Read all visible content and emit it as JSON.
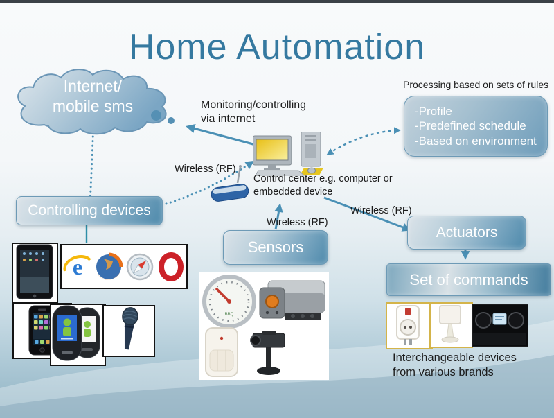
{
  "slide": {
    "title": "Home Automation"
  },
  "cloud": {
    "line1": "Internet/",
    "line2": "mobile sms"
  },
  "rules_box": {
    "caption": "Processing based on sets of rules",
    "lines": [
      "-Profile",
      "-Predefined schedule",
      "-Based on environment"
    ]
  },
  "labels": {
    "monitoring_line1": "Monitoring/controlling",
    "monitoring_line2": "via internet",
    "wireless_left": "Wireless (RF)",
    "wireless_center": "Wireless (RF)",
    "wireless_right": "Wireless (RF)",
    "control_center_line1": "Control center e.g. computer or",
    "control_center_line2": "embedded device",
    "interchangeable_line1": "Interchangeable devices",
    "interchangeable_line2": "from various brands"
  },
  "nodes": {
    "controlling_devices": "Controlling devices",
    "sensors": "Sensors",
    "actuators": "Actuators",
    "set_of_commands": "Set of commands"
  },
  "images": {
    "controlling_devices": [
      "ipad",
      "web-browsers: internet-explorer, firefox, safari, opera",
      "iphone",
      "android-phones",
      "microphone"
    ],
    "control_center": [
      "desktop-computer",
      "wireless-router"
    ],
    "sensors": [
      "thermometer-gauge",
      "electronic-sensor-module",
      "pir-motion-sensor",
      "security-camera"
    ],
    "actuators": [
      "smart-plug",
      "table-lamp",
      "audio-dock"
    ]
  },
  "colors": {
    "title": "#3579a0",
    "arrow": "#4a90b5",
    "node_text": "#ffffff",
    "node_gradient_light": "#dbe3e9",
    "node_gradient_dark": "#4d89ab",
    "label_text": "#1c1c1c",
    "background_bottom": "#8fb2c3"
  }
}
